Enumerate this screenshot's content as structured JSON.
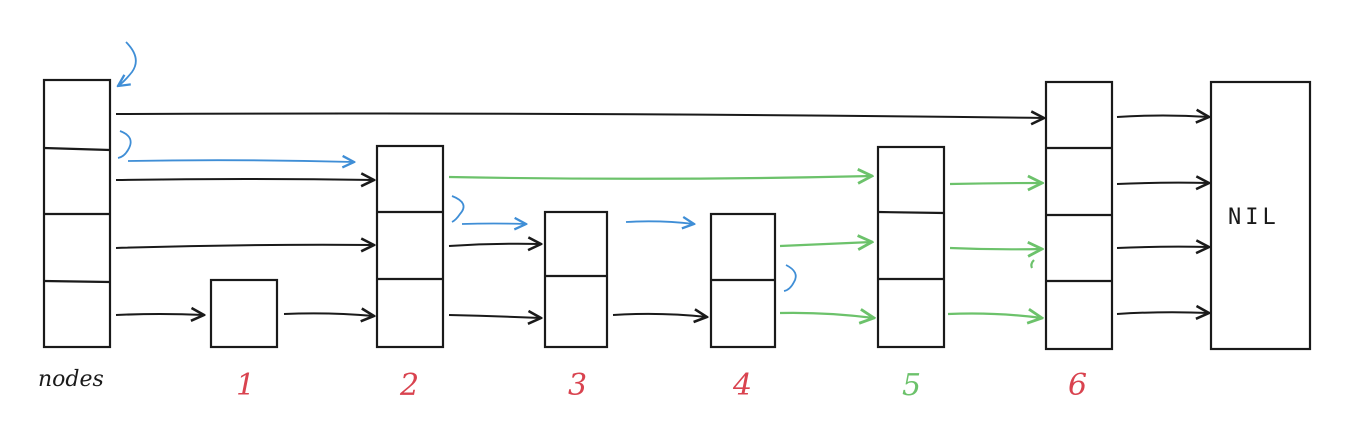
{
  "colors": {
    "ink": "#1a1a1a",
    "red": "#d9434f",
    "green": "#6cc26b",
    "blue": "#3f8ed6"
  },
  "labels": {
    "head": "nodes",
    "nil": "NIL",
    "n1": "1",
    "n2": "2",
    "n3": "3",
    "n4": "4",
    "n5": "5",
    "n6": "6"
  },
  "nodes": [
    {
      "key": "head",
      "levels": 4,
      "label_color": "ink",
      "kind": "head"
    },
    {
      "key": "n1",
      "levels": 1,
      "label_color": "red"
    },
    {
      "key": "n2",
      "levels": 3,
      "label_color": "red"
    },
    {
      "key": "n3",
      "levels": 2,
      "label_color": "red"
    },
    {
      "key": "n4",
      "levels": 2,
      "label_color": "red"
    },
    {
      "key": "n5",
      "levels": 3,
      "label_color": "green"
    },
    {
      "key": "n6",
      "levels": 4,
      "label_color": "red"
    },
    {
      "key": "nil",
      "levels": 4,
      "label_color": "ink",
      "kind": "nil"
    }
  ]
}
